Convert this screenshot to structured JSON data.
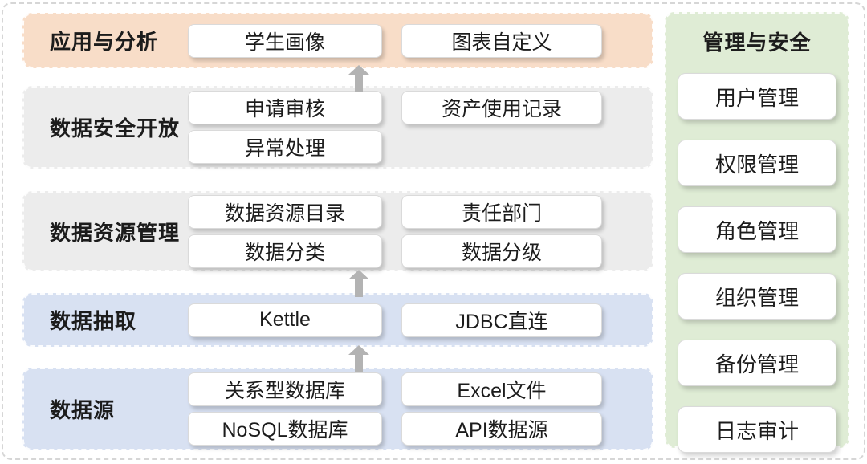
{
  "palette": {
    "band_application": "#f8ddc8",
    "band_gray": "#ececec",
    "band_blue": "#d8e1f2",
    "side_panel_green": "#dfecd5",
    "pill_background": "#ffffff",
    "arrow_gray": "#b3b3b3",
    "text": "#1c1c1c",
    "dashed_frame": "#d6d6d6"
  },
  "bands": [
    {
      "label": "应用与分析",
      "pills": [
        "学生画像",
        "图表自定义"
      ]
    },
    {
      "label": "数据安全开放",
      "pills": [
        "申请审核",
        "资产使用记录",
        "异常处理"
      ]
    },
    {
      "label": "数据资源管理",
      "pills": [
        "数据资源目录",
        "责任部门",
        "数据分类",
        "数据分级"
      ]
    },
    {
      "label": "数据抽取",
      "pills": [
        "Kettle",
        "JDBC直连"
      ]
    },
    {
      "label": "数据源",
      "pills": [
        "关系型数据库",
        "Excel文件",
        "NoSQL数据库",
        "API数据源"
      ]
    }
  ],
  "side_panel": {
    "title": "管理与安全",
    "items": [
      "用户管理",
      "权限管理",
      "角色管理",
      "组织管理",
      "备份管理",
      "日志审计"
    ]
  },
  "arrows": [
    {
      "direction": "up",
      "from": "数据安全开放",
      "to": "应用与分析"
    },
    {
      "direction": "up",
      "from": "数据抽取",
      "to": "数据资源管理"
    },
    {
      "direction": "up",
      "from": "数据源",
      "to": "数据抽取"
    }
  ]
}
